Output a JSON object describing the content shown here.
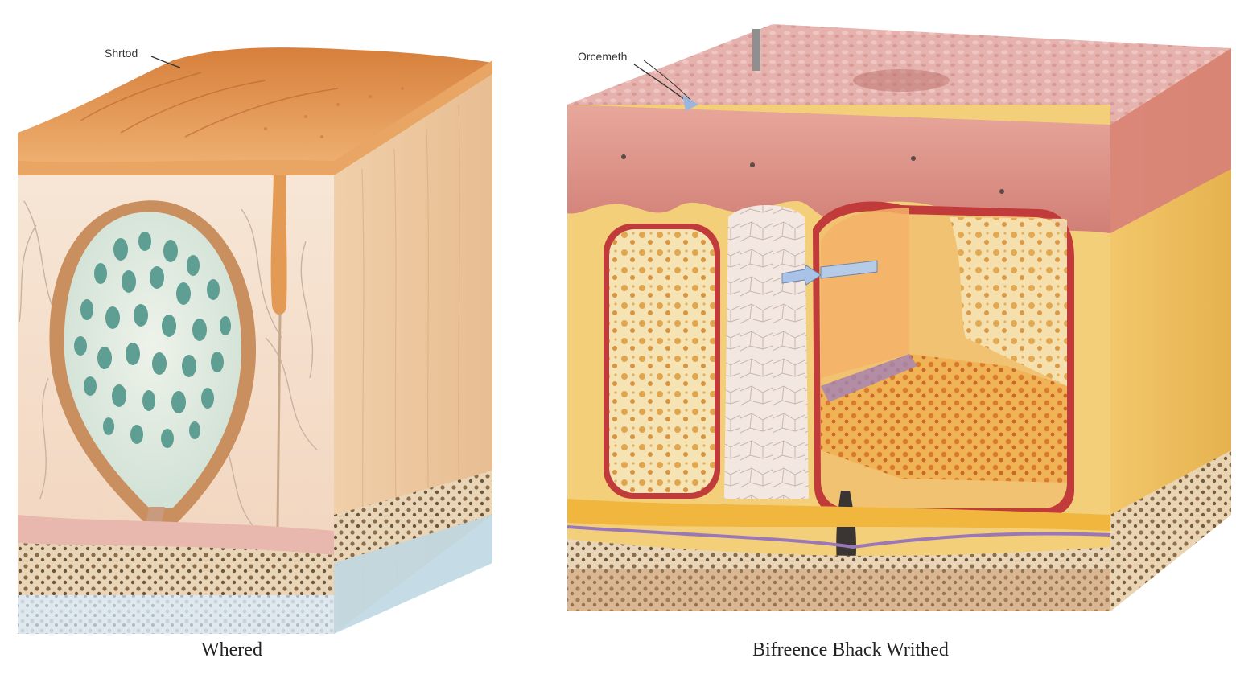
{
  "diagram": {
    "left_block": {
      "label": "Shrtod",
      "caption": "Whered"
    },
    "right_block": {
      "label": "Orcemeth",
      "caption": "Bifreence Bhack Writhed"
    }
  },
  "colors": {
    "left_top_skin": "#e39a54",
    "left_tissue": "#f3d9c3",
    "left_follicle": "#5f9e92",
    "right_top_skin": "#d9837f",
    "right_fat": "#f2c96a",
    "right_pore": "#f5e3b4",
    "base_dots": "#8a6b4a"
  }
}
